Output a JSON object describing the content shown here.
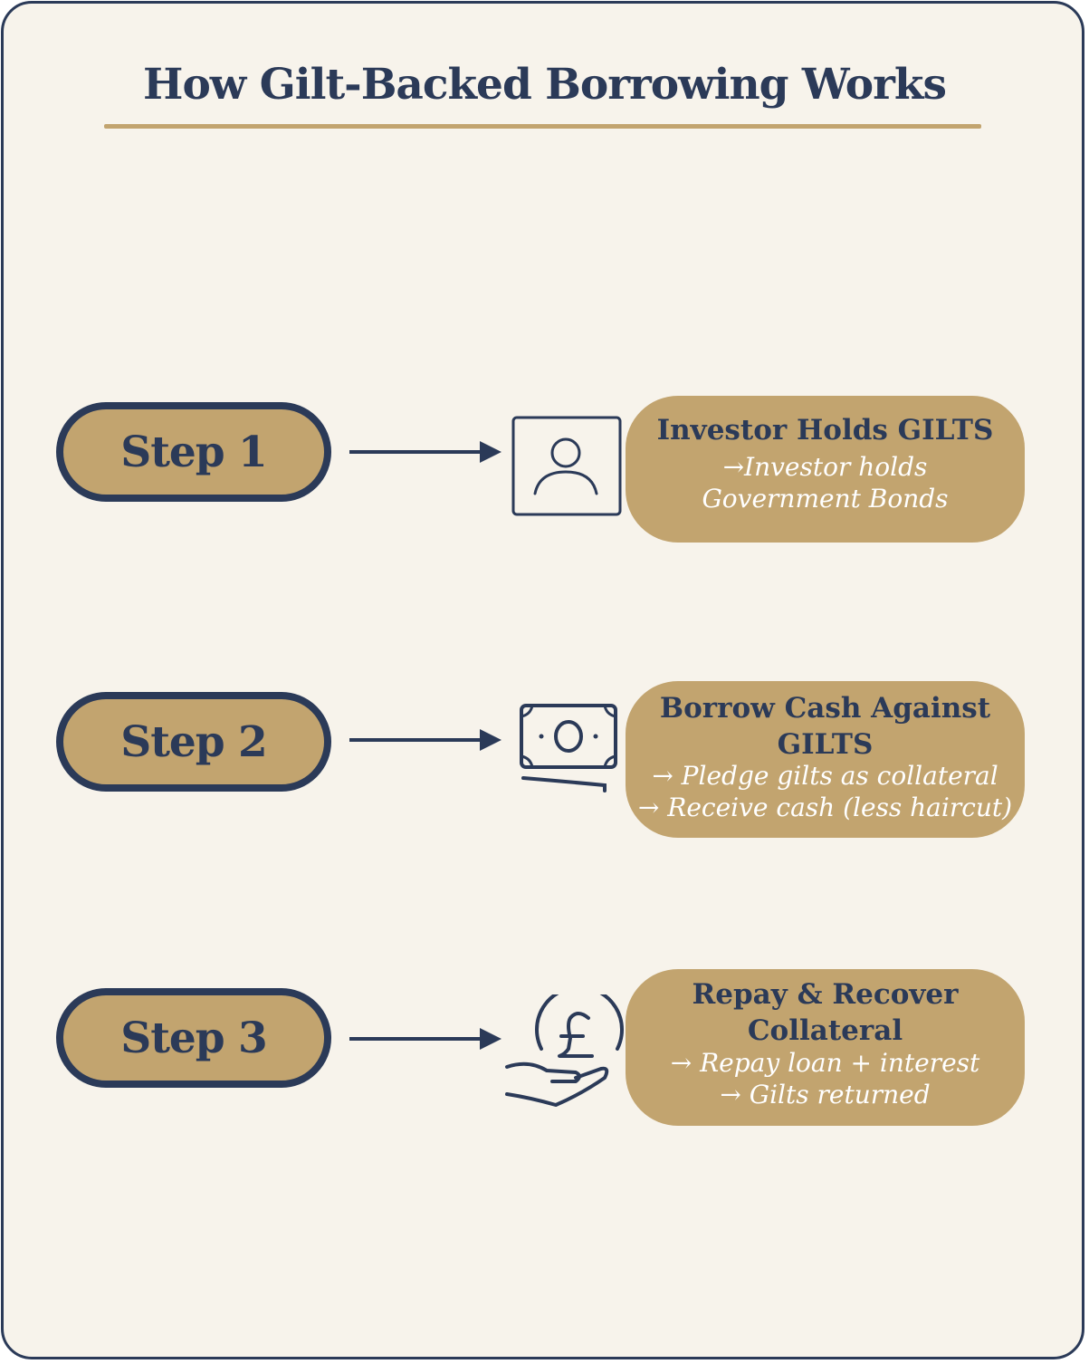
{
  "title": "How Gilt-Backed Borrowing Works",
  "colors": {
    "navy": "#2b3a58",
    "gold": "#c2a46f",
    "background": "#f7f3eb"
  },
  "steps": [
    {
      "label": "Step 1",
      "icon": "person-icon",
      "title": "Investor Holds GILTS",
      "lines": [
        "→Investor holds",
        "Government Bonds"
      ]
    },
    {
      "label": "Step 2",
      "icon": "banknote-icon",
      "title": "Borrow Cash Against GILTS",
      "lines": [
        "→ Pledge gilts as collateral",
        "→ Receive cash (less haircut)"
      ]
    },
    {
      "label": "Step 3",
      "icon": "pound-coin-hand-icon",
      "title": "Repay & Recover Collateral",
      "lines": [
        "→ Repay loan + interest",
        "→ Gilts returned"
      ]
    }
  ]
}
